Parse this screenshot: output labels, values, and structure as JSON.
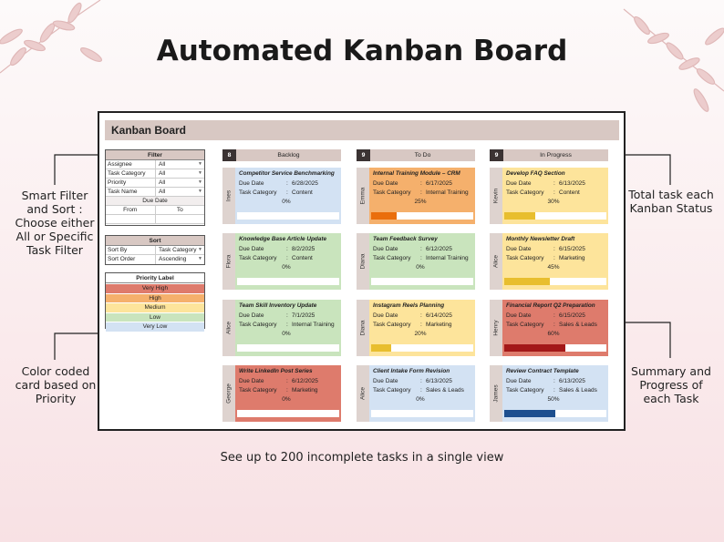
{
  "headline": "Automated Kanban Board",
  "footer": "See up to 200 incomplete tasks in a single view",
  "callouts": {
    "filter": "Smart Filter and Sort : Choose either All or Specific Task Filter",
    "color": "Color coded card based on Priority",
    "total": "Total task each Kanban Status",
    "summary": "Summary and Progress of each Task"
  },
  "board": {
    "title": "Kanban Board",
    "filter": {
      "header": "Filter",
      "rows": [
        {
          "label": "Assignee",
          "value": "All"
        },
        {
          "label": "Task Category",
          "value": "All"
        },
        {
          "label": "Priority",
          "value": "All"
        },
        {
          "label": "Task Name",
          "value": "All"
        }
      ],
      "due_date": "Due Date",
      "from": "From",
      "to": "To"
    },
    "sort": {
      "header": "Sort",
      "rows": [
        {
          "label": "Sort By",
          "value": "Task Category"
        },
        {
          "label": "Sort Order",
          "value": "Ascending"
        }
      ]
    },
    "priority_label": {
      "header": "Priority Label",
      "items": [
        "Very High",
        "High",
        "Medium",
        "Low",
        "Very Low"
      ]
    },
    "labels": {
      "due": "Due Date",
      "category": "Task Category",
      "colon": ":"
    },
    "columns": [
      {
        "name": "Backlog",
        "count": "8",
        "cards": [
          {
            "title": "Competitor Service Benchmarking",
            "assignee": "Ines",
            "due": "6/28/2025",
            "category": "Content",
            "progress": "0%",
            "progress_value": 0,
            "priority": "vl"
          },
          {
            "title": "Knowledge Base Article Update",
            "assignee": "Flora",
            "due": "8/2/2025",
            "category": "Content",
            "progress": "0%",
            "progress_value": 0,
            "priority": "lo"
          },
          {
            "title": "Team Skill Inventory Update",
            "assignee": "Alice",
            "due": "7/1/2025",
            "category": "Internal Training",
            "progress": "0%",
            "progress_value": 0,
            "priority": "lo"
          },
          {
            "title": "Write LinkedIn Post Series",
            "assignee": "George",
            "due": "6/12/2025",
            "category": "Marketing",
            "progress": "0%",
            "progress_value": 0,
            "priority": "vh"
          }
        ]
      },
      {
        "name": "To Do",
        "count": "9",
        "cards": [
          {
            "title": "Internal Training Module – CRM",
            "assignee": "Emma",
            "due": "6/17/2025",
            "category": "Internal Training",
            "progress": "25%",
            "progress_value": 25,
            "priority": "hi"
          },
          {
            "title": "Team Feedback Survey",
            "assignee": "Diana",
            "due": "6/12/2025",
            "category": "Internal Training",
            "progress": "0%",
            "progress_value": 0,
            "priority": "lo"
          },
          {
            "title": "Instagram Reels Planning",
            "assignee": "Diana",
            "due": "6/14/2025",
            "category": "Marketing",
            "progress": "20%",
            "progress_value": 20,
            "priority": "md"
          },
          {
            "title": "Client Intake Form Revision",
            "assignee": "Alice",
            "due": "6/13/2025",
            "category": "Sales & Leads",
            "progress": "0%",
            "progress_value": 0,
            "priority": "vl"
          }
        ]
      },
      {
        "name": "In Progress",
        "count": "9",
        "cards": [
          {
            "title": "Develop FAQ Section",
            "assignee": "Kevin",
            "due": "6/13/2025",
            "category": "Content",
            "progress": "30%",
            "progress_value": 30,
            "priority": "md"
          },
          {
            "title": "Monthly Newsletter Draft",
            "assignee": "Alice",
            "due": "6/15/2025",
            "category": "Marketing",
            "progress": "45%",
            "progress_value": 45,
            "priority": "md"
          },
          {
            "title": "Financial Report Q2 Preparation",
            "assignee": "Henry",
            "due": "6/15/2025",
            "category": "Sales & Leads",
            "progress": "60%",
            "progress_value": 60,
            "priority": "vh"
          },
          {
            "title": "Review Contract Template",
            "assignee": "James",
            "due": "6/13/2025",
            "category": "Sales & Leads",
            "progress": "50%",
            "progress_value": 50,
            "priority": "vl"
          }
        ]
      }
    ]
  },
  "colors": {
    "vh": "#de7b6c",
    "hi": "#f5b06c",
    "md": "#fde49b",
    "lo": "#c9e4bd",
    "vl": "#d3e2f3",
    "fill_vh": "#a31818",
    "fill_hi": "#ea6e0c",
    "fill_md": "#e8be2e",
    "fill_lo": "#5da04a",
    "fill_vl": "#1d4f8f"
  }
}
